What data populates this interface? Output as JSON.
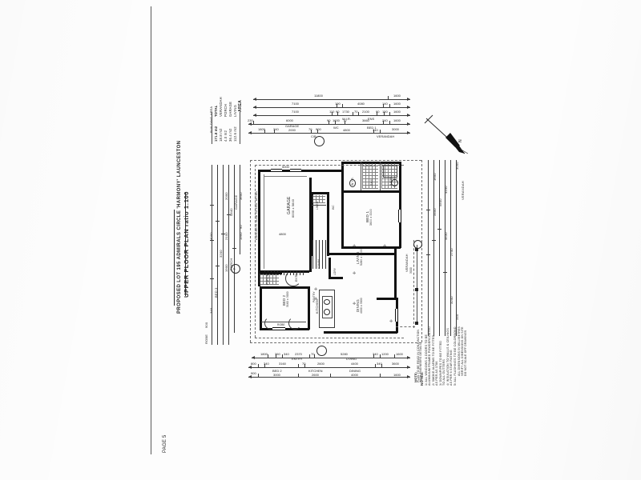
{
  "document": {
    "type": "architectural-floor-plan",
    "sheet_orientation": "rotated-90",
    "page_footer": "PAGE 5",
    "title_line_1": "UPPER FLOOR PLAN  ratio 1:100",
    "title_line_2": "PROPOSED LOT 195 ADMIRALS CIRCLE 'HARMONY' LAUNCESTON"
  },
  "north_arrow": {
    "label": "N"
  },
  "area_schedule": {
    "header": "AREA",
    "rows": [
      {
        "label": "LIVING",
        "value": "112.6 m2"
      },
      {
        "label": "GARAGE",
        "value": "36.4 m2"
      },
      {
        "label": "PORCH",
        "value": "4.0 m2"
      },
      {
        "label": "VERANDAH",
        "value": "18.8 m2"
      },
      {
        "label": "TOTAL",
        "value": "171.8 m2"
      }
    ],
    "footnote": "BUILDING AREA"
  },
  "rooms": [
    {
      "name": "GARAGE",
      "size": "6000 x 5840"
    },
    {
      "name": "BED 1",
      "size": "3600 x 3300"
    },
    {
      "name": "BED 2",
      "size": "3160 x 3000"
    },
    {
      "name": "BED 3",
      "size": "3000 x 3000"
    },
    {
      "name": "LIVING",
      "size": "5280 x 4400"
    },
    {
      "name": "DINING",
      "size": "4000 x 3000"
    },
    {
      "name": "KITCHEN",
      "size": "2600"
    },
    {
      "name": "ENTRY",
      "size": ""
    },
    {
      "name": "PORCH",
      "size": ""
    },
    {
      "name": "VERANDAH",
      "size": "3000"
    },
    {
      "name": "WC",
      "size": ""
    },
    {
      "name": "ENS",
      "size": ""
    },
    {
      "name": "BATH",
      "size": ""
    },
    {
      "name": "LDRY",
      "size": ""
    },
    {
      "name": "ROBE",
      "size": ""
    },
    {
      "name": "W.I.R.",
      "size": ""
    },
    {
      "name": "LINEN",
      "size": ""
    },
    {
      "name": "PANTRY",
      "size": ""
    },
    {
      "name": "STAIRS",
      "size": ""
    }
  ],
  "dimension_strings": {
    "top": [
      {
        "row": 1,
        "values": [
          "11800",
          "1600"
        ]
      },
      {
        "row": 2,
        "values": [
          "7100",
          "190",
          "4080",
          "140",
          "1600"
        ]
      },
      {
        "row": 3,
        "values": [
          "7100",
          "110",
          "90",
          "1730",
          "70",
          "2100",
          "90",
          "150",
          "1600"
        ]
      },
      {
        "row": 4,
        "values": [
          "230",
          "6000",
          "90",
          "1600",
          "70",
          "3660",
          "240",
          "1600"
        ]
      },
      {
        "row": 5,
        "values": [
          "1800",
          "340",
          "2000",
          "70",
          "900",
          "4800",
          "340",
          "3000"
        ]
      }
    ],
    "top_labels": [
      "GARAGE",
      "WC",
      "W.I.R.",
      "ENS",
      "BED 1",
      "VERANDAH",
      "C/B"
    ],
    "bottom": [
      {
        "row": 1,
        "values": [
          "1800",
          "360",
          "340",
          "2370",
          "70",
          "5280",
          "340",
          "1200",
          "1600"
        ]
      },
      {
        "row": 2,
        "values": [
          "800",
          "340",
          "3160",
          "70",
          "2600",
          "4400",
          "340",
          "3600"
        ]
      },
      {
        "row": 3,
        "values": [
          "900",
          "3000",
          "2600",
          "4000",
          "1600"
        ]
      }
    ],
    "bottom_labels": [
      "ENTRY",
      "LIVING",
      "BED 2",
      "KITCHEN",
      "DINING"
    ],
    "left": [
      {
        "values": [
          "3600",
          "90",
          "1950",
          "90"
        ]
      },
      {
        "values": [
          "5840"
        ]
      },
      {
        "values": [
          "2000",
          "90",
          "2100",
          "2010",
          "90",
          "1900",
          "70"
        ]
      },
      {
        "values": [
          "3200"
        ]
      },
      {
        "values": [
          "4000",
          "340",
          "900",
          "4000"
        ]
      },
      {
        "values": [
          "900",
          "240",
          "400"
        ]
      },
      {
        "values": [
          "400",
          "400",
          "240",
          "400"
        ]
      }
    ],
    "left_labels": [
      "GARAGE",
      "PORCH",
      "BED 3",
      "W.I.R.",
      "ENTRY",
      "ROBE"
    ],
    "right": [
      {
        "values": [
          "1600",
          "90",
          "3400",
          "90"
        ]
      },
      {
        "values": [
          "5840"
        ]
      },
      {
        "values": [
          "4100",
          "4530",
          "2100"
        ]
      },
      {
        "values": [
          "2740",
          "3240"
        ]
      },
      {
        "values": [
          "3000",
          "340",
          "900"
        ]
      },
      {
        "values": [
          "900",
          "240",
          "340"
        ]
      }
    ],
    "right_labels": [
      "BED 1",
      "DINING",
      "VERANDAH"
    ]
  },
  "notes": {
    "heading": "NOTES:",
    "items": [
      "1/  ALL WINDOWS & DOORS TO BE",
      "     ALUMINIUM FRAMED POWDERCOATED",
      "2/  SMOKE ALARMS TO BE FITTED",
      "     AS PER AS 3786",
      "3/  DOWNPIPES TO BE FITTED",
      "     TO ALL GUTTERS",
      "4/  INSULATION TO WALLS & CEILINGS",
      "     AS PER 6 STAR RATING",
      "5/  ALL FLASHINGS TO BE COLORBOND"
    ]
  },
  "side_notes": {
    "heading": "NOTE:",
    "items": [
      "PLAN TO BE READ IN CONJUNCTION",
      "WITH ENGINEERS DETAILS",
      "ALL DIMENSIONS IN MILLIMETRES",
      "VERIFY ALL DIMENSIONS ON SITE",
      "DO NOT SCALE OFF DRAWINGS"
    ]
  },
  "colors": {
    "ink": "#1a1a1a",
    "line": "#2b2b2b",
    "light_line": "#7d7d7d",
    "paper": "#fdfdfd"
  }
}
